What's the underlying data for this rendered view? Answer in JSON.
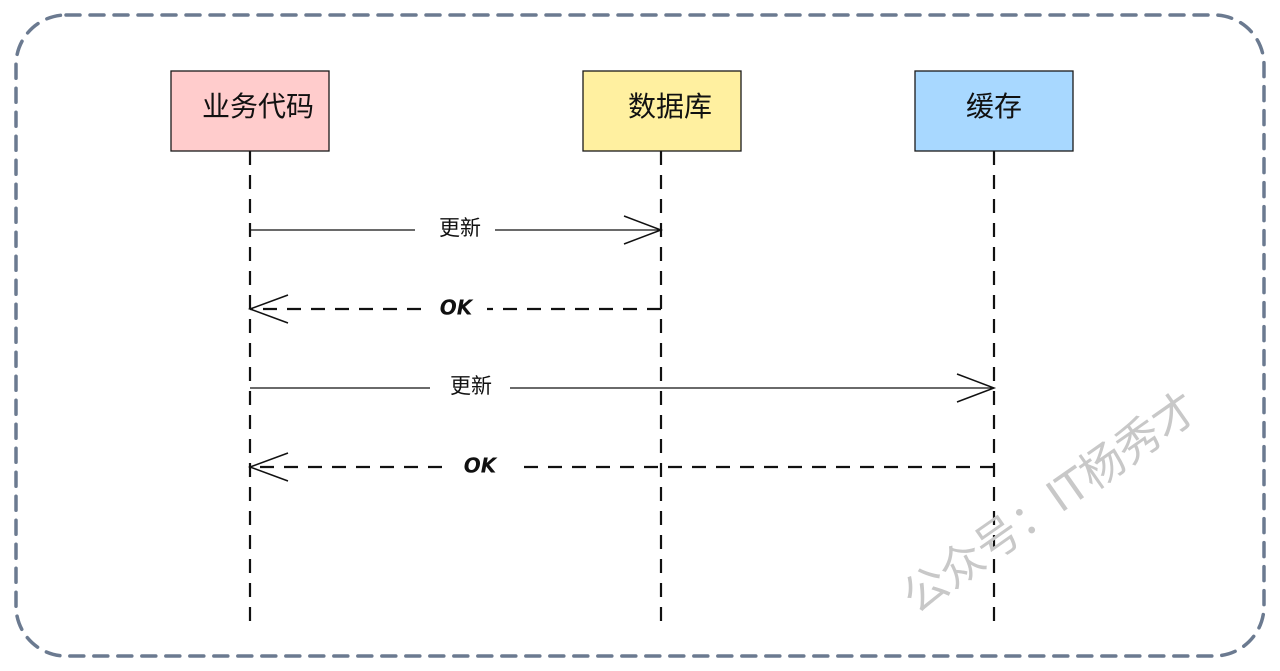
{
  "diagram": {
    "type": "sequence",
    "frame_color": "#6b7a90",
    "participants": [
      {
        "id": "biz",
        "label": "业务代码",
        "color": "#ffcccc"
      },
      {
        "id": "db",
        "label": "数据库",
        "color": "#fff0a0"
      },
      {
        "id": "cache",
        "label": "缓存",
        "color": "#a8d8ff"
      }
    ],
    "messages": [
      {
        "from": "biz",
        "to": "db",
        "label": "更新",
        "style": "solid"
      },
      {
        "from": "db",
        "to": "biz",
        "label": "OK",
        "style": "dashed"
      },
      {
        "from": "biz",
        "to": "cache",
        "label": "更新",
        "style": "solid"
      },
      {
        "from": "cache",
        "to": "biz",
        "label": "OK",
        "style": "dashed"
      }
    ],
    "watermark": "公众号：IT杨秀才"
  }
}
